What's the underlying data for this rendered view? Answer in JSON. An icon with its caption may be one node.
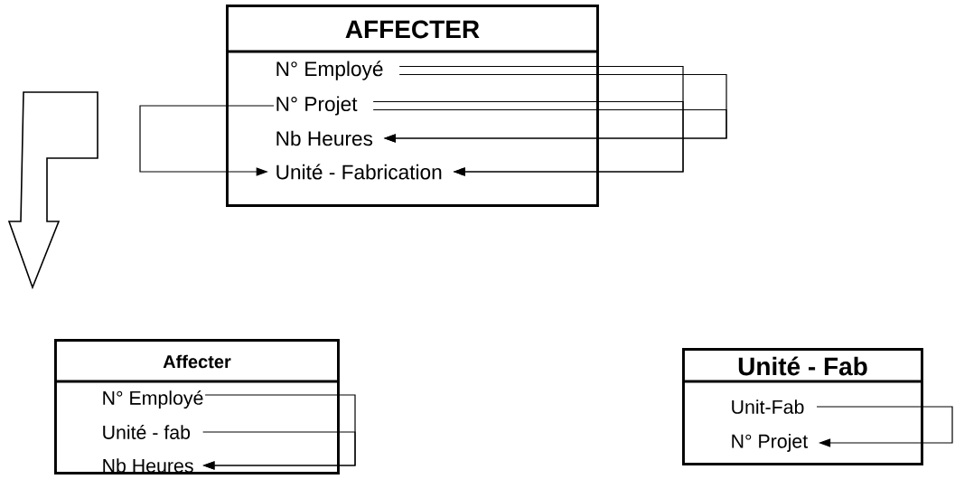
{
  "diagram": {
    "nodes": [
      {
        "text": [
          "AFFECTER"
        ]
      },
      {
        "text": [
          "N° Employé"
        ],
        "in": 0
      },
      {
        "text": [
          "N° Projet"
        ],
        "in": 0
      },
      {
        "text": [
          "Nb Heures"
        ],
        "in": 0
      },
      {
        "text": [
          "Unité - Fabrication"
        ],
        "in": 0
      },
      {
        "text": [
          "Affecter"
        ]
      },
      {
        "text": [
          "N° Employé"
        ],
        "in": 5
      },
      {
        "text": [
          "Unité - fab"
        ],
        "in": 5
      },
      {
        "text": [
          "Nb Heures"
        ],
        "in": 5
      },
      {
        "text": [
          "Unité - Fab"
        ]
      },
      {
        "text": [
          "Unit-Fab"
        ],
        "in": 9
      },
      {
        "text": [
          "N° Projet"
        ],
        "in": 9
      }
    ],
    "edges": [
      {
        "from": 1,
        "to": 4,
        "arrow": "to"
      },
      {
        "from": 2,
        "to": 4,
        "arrow": "to"
      },
      {
        "from": 1,
        "to": 3,
        "arrow": "to"
      },
      {
        "from": 2,
        "to": 3,
        "arrow": "to"
      },
      {
        "from": 2,
        "to": 4,
        "arrow": "to"
      },
      {
        "from": 6,
        "to": 8,
        "arrow": "to"
      },
      {
        "from": 7,
        "to": 8,
        "arrow": "to"
      },
      {
        "from": 10,
        "to": 11,
        "arrow": "to"
      }
    ]
  }
}
